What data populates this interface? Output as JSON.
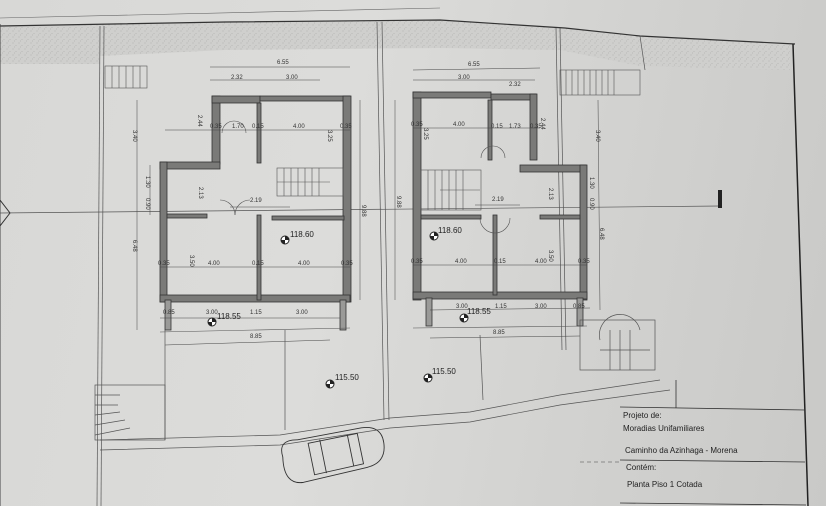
{
  "drawing": {
    "type": "architectural floor plan (photo of printed sheet)",
    "left_house": {
      "overall_width": "6.55",
      "top_segments": [
        "2.32",
        "3.00"
      ],
      "room_widths_top": [
        "0.35",
        "1.70",
        "0.15",
        "4.00",
        "0.35"
      ],
      "hall_width": "2.19",
      "room_widths_bottom": [
        "0.35",
        "4.00",
        "0.15",
        "4.00",
        "0.35"
      ],
      "balcony_segments": [
        "0.85",
        "3.00",
        "1.15",
        "3.00"
      ],
      "side_dims": [
        "3.40",
        "6.48",
        "1.30",
        "0.90",
        "2.13",
        "3.50",
        "2.44",
        "3.25",
        "0.35",
        "0.15"
      ],
      "depth": "9.88",
      "level_floor": "118.60",
      "level_balcony": "118.55",
      "lot_width": "8.85",
      "level_ground": "115.50"
    },
    "right_house": {
      "overall_width": "6.55",
      "top_segments": [
        "3.00",
        "2.32"
      ],
      "room_widths_top": [
        "0.35",
        "4.00",
        "0.15",
        "1.73",
        "0.35"
      ],
      "hall_width": "2.19",
      "room_widths_bottom": [
        "0.35",
        "4.00",
        "0.15",
        "4.00",
        "0.35"
      ],
      "balcony_segments": [
        "3.00",
        "1.15",
        "3.00",
        "0.85"
      ],
      "side_dims": [
        "3.40",
        "6.48",
        "1.30",
        "0.90",
        "2.13",
        "3.50",
        "2.44",
        "3.25",
        "0.35",
        "0.15"
      ],
      "depth": "9.88",
      "level_floor": "118.60",
      "level_balcony": "118.55",
      "lot_width": "8.85",
      "level_ground": "115.50"
    }
  },
  "title_block": {
    "project_label": "Projeto de:",
    "project_name": "Moradias Unifamiliares",
    "location": "Caminho da Azinhaga - Morena",
    "contents_label": "Contém:",
    "contents_value": "Planta Piso 1 Cotada"
  }
}
